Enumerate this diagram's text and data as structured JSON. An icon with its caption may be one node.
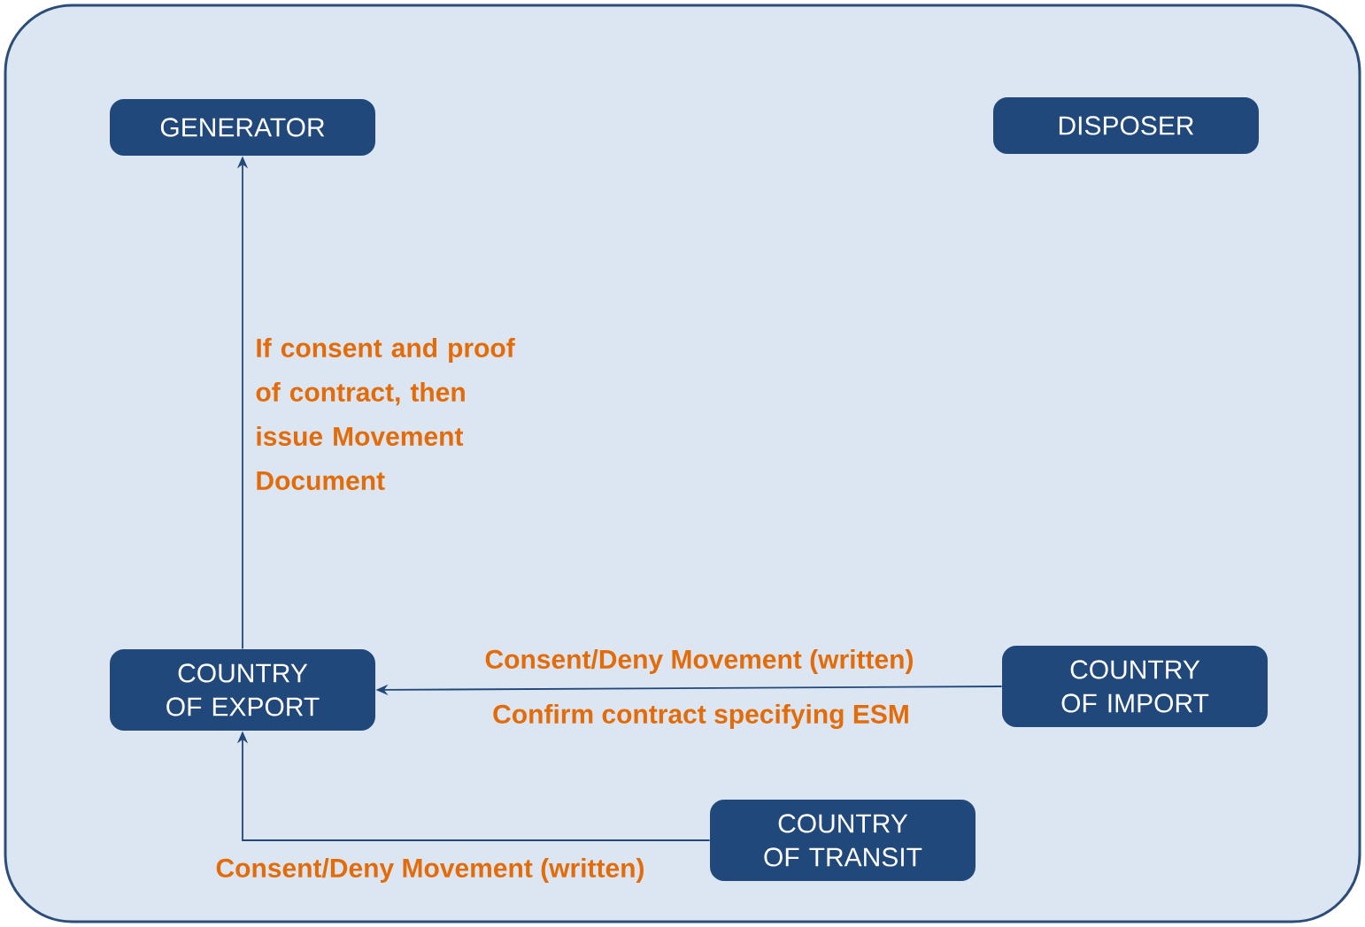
{
  "diagram": {
    "nodes": [
      {
        "text": [
          "GENERATOR"
        ]
      },
      {
        "text": [
          "DISPOSER"
        ]
      },
      {
        "text": [
          "COUNTRY OF EXPORT"
        ]
      },
      {
        "text": [
          "COUNTRY OF IMPORT"
        ]
      },
      {
        "text": [
          "COUNTRY OF TRANSIT"
        ]
      }
    ],
    "edges": [
      {
        "from": 2,
        "to": 0,
        "arrow": "to",
        "label": "If consent and proof of contract, then issue Movement Document"
      },
      {
        "from": 3,
        "to": 2,
        "arrow": "to",
        "label": "Consent/Deny Movement (written)"
      },
      {
        "from": 4,
        "to": 2,
        "arrow": "to",
        "label": "Consent/Deny Movement (written)"
      }
    ],
    "labels": [
      "Confirm contract specifying ESM"
    ]
  }
}
